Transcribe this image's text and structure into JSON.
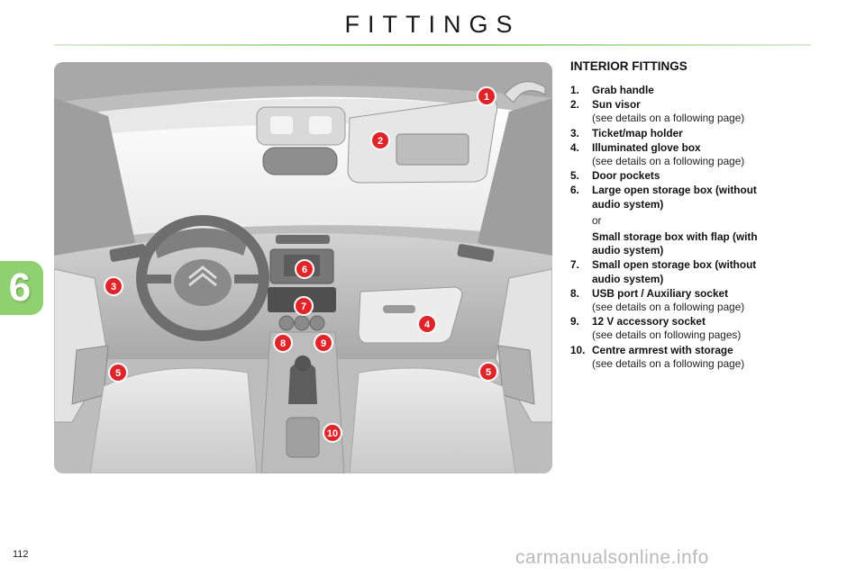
{
  "page": {
    "title": "FITTINGS",
    "chapter": "6",
    "page_number": "112",
    "watermark": "carmanualsonline.info"
  },
  "section": {
    "title": "INTERIOR FITTINGS"
  },
  "colors": {
    "accent_green": "#8fd070",
    "marker_red": "#e0252a"
  },
  "items": [
    {
      "num": "1.",
      "label": "Grab handle"
    },
    {
      "num": "2.",
      "label": "Sun visor",
      "sub": "(see details on a following page)"
    },
    {
      "num": "3.",
      "label": "Ticket/map holder"
    },
    {
      "num": "4.",
      "label": "Illuminated glove box",
      "sub": "(see details on a following page)"
    },
    {
      "num": "5.",
      "label": "Door pockets"
    },
    {
      "num": "6.",
      "label": "Large open storage box (without audio system)",
      "or": "or",
      "label2": "Small storage box with flap (with audio system)"
    },
    {
      "num": "7.",
      "label": "Small open storage box (without audio system)"
    },
    {
      "num": "8.",
      "label": "USB port / Auxiliary socket",
      "sub": "(see details on a following page)"
    },
    {
      "num": "9.",
      "label": "12 V accessory socket",
      "sub": "(see details on following pages)"
    },
    {
      "num": "10.",
      "label": "Centre armrest with storage",
      "sub": "(see details on a following page)"
    }
  ],
  "illustration": {
    "markers": [
      "1",
      "2",
      "3",
      "4",
      "5",
      "5",
      "6",
      "7",
      "8",
      "9",
      "10"
    ]
  }
}
